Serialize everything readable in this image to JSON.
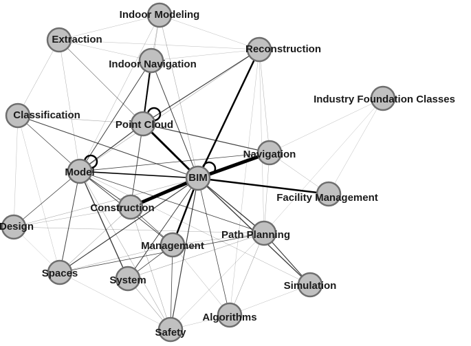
{
  "diagram": {
    "type": "keyword co-occurrence network",
    "colors": {
      "node_fill": "#c0c0c0",
      "node_stroke": "#6e6e6e",
      "edge": "#000000",
      "label": "#1a1a1a",
      "background": "#ffffff"
    },
    "nodes": [
      {
        "id": "indoor-modeling",
        "label": "Indoor Modeling"
      },
      {
        "id": "extraction",
        "label": "Extraction"
      },
      {
        "id": "reconstruction",
        "label": "Reconstruction"
      },
      {
        "id": "indoor-navigation",
        "label": "Indoor Navigation"
      },
      {
        "id": "industry-foundation-classes",
        "label": "Industry Foundation Classes"
      },
      {
        "id": "classification",
        "label": "Classification"
      },
      {
        "id": "point-cloud",
        "label": "Point Cloud"
      },
      {
        "id": "navigation",
        "label": "Navigation"
      },
      {
        "id": "model",
        "label": "Model"
      },
      {
        "id": "bim",
        "label": "BIM"
      },
      {
        "id": "facility-management",
        "label": "Facility Management"
      },
      {
        "id": "construction",
        "label": "Construction"
      },
      {
        "id": "design",
        "label": "Design"
      },
      {
        "id": "path-planning",
        "label": "Path Planning"
      },
      {
        "id": "management",
        "label": "Management"
      },
      {
        "id": "spaces",
        "label": "Spaces"
      },
      {
        "id": "system",
        "label": "System"
      },
      {
        "id": "simulation",
        "label": "Simulation"
      },
      {
        "id": "algorithms",
        "label": "Algorithms"
      },
      {
        "id": "safety",
        "label": "Safety"
      }
    ],
    "edges": [
      {
        "source": "bim",
        "target": "navigation",
        "weight": 5
      },
      {
        "source": "bim",
        "target": "construction",
        "weight": 5
      },
      {
        "source": "bim",
        "target": "point-cloud",
        "weight": 3
      },
      {
        "source": "bim",
        "target": "reconstruction",
        "weight": 2.5
      },
      {
        "source": "bim",
        "target": "facility-management",
        "weight": 2.5
      },
      {
        "source": "bim",
        "target": "management",
        "weight": 2.5
      },
      {
        "source": "bim",
        "target": "model",
        "weight": 1.6
      },
      {
        "source": "bim",
        "target": "path-planning",
        "weight": 1.4
      },
      {
        "source": "bim",
        "target": "simulation",
        "weight": 1.4
      },
      {
        "source": "bim",
        "target": "safety",
        "weight": 1.2
      },
      {
        "source": "bim",
        "target": "spaces",
        "weight": 1.2
      },
      {
        "source": "bim",
        "target": "system",
        "weight": 1
      },
      {
        "source": "bim",
        "target": "algorithms",
        "weight": 0.8
      },
      {
        "source": "bim",
        "target": "indoor-navigation",
        "weight": 1
      },
      {
        "source": "bim",
        "target": "classification",
        "weight": 1
      },
      {
        "source": "bim",
        "target": "extraction",
        "weight": 0.6
      },
      {
        "source": "bim",
        "target": "indoor-modeling",
        "weight": 0.6
      },
      {
        "source": "bim",
        "target": "design",
        "weight": 0.6
      },
      {
        "source": "point-cloud",
        "target": "indoor-navigation",
        "weight": 2
      },
      {
        "source": "point-cloud",
        "target": "reconstruction",
        "weight": 1.2
      },
      {
        "source": "point-cloud",
        "target": "model",
        "weight": 1.2
      },
      {
        "source": "point-cloud",
        "target": "navigation",
        "weight": 1.2
      },
      {
        "source": "point-cloud",
        "target": "construction",
        "weight": 0.8
      },
      {
        "source": "point-cloud",
        "target": "extraction",
        "weight": 0.6
      },
      {
        "source": "point-cloud",
        "target": "indoor-modeling",
        "weight": 0.6
      },
      {
        "source": "point-cloud",
        "target": "classification",
        "weight": 0.6
      },
      {
        "source": "model",
        "target": "indoor-navigation",
        "weight": 1
      },
      {
        "source": "model",
        "target": "system",
        "weight": 1.4
      },
      {
        "source": "model",
        "target": "spaces",
        "weight": 1
      },
      {
        "source": "model",
        "target": "management",
        "weight": 1
      },
      {
        "source": "model",
        "target": "construction",
        "weight": 1
      },
      {
        "source": "model",
        "target": "design",
        "weight": 0.8
      },
      {
        "source": "model",
        "target": "classification",
        "weight": 0.8
      },
      {
        "source": "model",
        "target": "navigation",
        "weight": 0.8
      },
      {
        "source": "model",
        "target": "path-planning",
        "weight": 0.8
      },
      {
        "source": "model",
        "target": "safety",
        "weight": 0.6
      },
      {
        "source": "model",
        "target": "reconstruction",
        "weight": 0.6
      },
      {
        "source": "model",
        "target": "extraction",
        "weight": 0.5
      },
      {
        "source": "model",
        "target": "indoor-modeling",
        "weight": 0.5
      },
      {
        "source": "model",
        "target": "simulation",
        "weight": 0.5
      },
      {
        "source": "navigation",
        "target": "industry-foundation-classes",
        "weight": 0.4
      },
      {
        "source": "navigation",
        "target": "reconstruction",
        "weight": 0.5
      },
      {
        "source": "path-planning",
        "target": "simulation",
        "weight": 1.2
      },
      {
        "source": "path-planning",
        "target": "spaces",
        "weight": 0.8
      },
      {
        "source": "path-planning",
        "target": "system",
        "weight": 0.6
      },
      {
        "source": "path-planning",
        "target": "algorithms",
        "weight": 0.6
      },
      {
        "source": "path-planning",
        "target": "safety",
        "weight": 0.5
      },
      {
        "source": "path-planning",
        "target": "reconstruction",
        "weight": 0.4
      },
      {
        "source": "management",
        "target": "safety",
        "weight": 0.8
      },
      {
        "source": "management",
        "target": "system",
        "weight": 0.8
      },
      {
        "source": "management",
        "target": "construction",
        "weight": 0.8
      },
      {
        "source": "management",
        "target": "spaces",
        "weight": 0.6
      },
      {
        "source": "management",
        "target": "algorithms",
        "weight": 0.5
      },
      {
        "source": "management",
        "target": "path-planning",
        "weight": 0.6
      },
      {
        "source": "construction",
        "target": "safety",
        "weight": 0.6
      },
      {
        "source": "construction",
        "target": "spaces",
        "weight": 0.6
      },
      {
        "source": "construction",
        "target": "design",
        "weight": 0.5
      },
      {
        "source": "construction",
        "target": "indoor-navigation",
        "weight": 0.5
      },
      {
        "source": "design",
        "target": "path-planning",
        "weight": 0.5
      },
      {
        "source": "classification",
        "target": "extraction",
        "weight": 0.5
      },
      {
        "source": "classification",
        "target": "design",
        "weight": 0.4
      },
      {
        "source": "classification",
        "target": "spaces",
        "weight": 0.4
      },
      {
        "source": "indoor-modeling",
        "target": "reconstruction",
        "weight": 0.4
      },
      {
        "source": "indoor-modeling",
        "target": "extraction",
        "weight": 0.4
      },
      {
        "source": "extraction",
        "target": "reconstruction",
        "weight": 0.4
      },
      {
        "source": "extraction",
        "target": "indoor-navigation",
        "weight": 0.4
      },
      {
        "source": "industry-foundation-classes",
        "target": "path-planning",
        "weight": 0.4
      },
      {
        "source": "industry-foundation-classes",
        "target": "facility-management",
        "weight": 0.4
      },
      {
        "source": "algorithms",
        "target": "simulation",
        "weight": 0.4
      },
      {
        "source": "algorithms",
        "target": "safety",
        "weight": 0.4
      },
      {
        "source": "system",
        "target": "safety",
        "weight": 0.6
      },
      {
        "source": "spaces",
        "target": "safety",
        "weight": 0.4
      },
      {
        "source": "design",
        "target": "spaces",
        "weight": 0.4
      },
      {
        "source": "reconstruction",
        "target": "indoor-navigation",
        "weight": 0.4
      },
      {
        "source": "reconstruction",
        "target": "algorithms",
        "weight": 0.4
      },
      {
        "source": "indoor-modeling",
        "target": "indoor-navigation",
        "weight": 0.4
      },
      {
        "source": "navigation",
        "target": "facility-management",
        "weight": 0.5
      },
      {
        "source": "path-planning",
        "target": "navigation",
        "weight": 0.5
      }
    ],
    "self_loops": [
      "point-cloud",
      "model",
      "bim"
    ]
  }
}
